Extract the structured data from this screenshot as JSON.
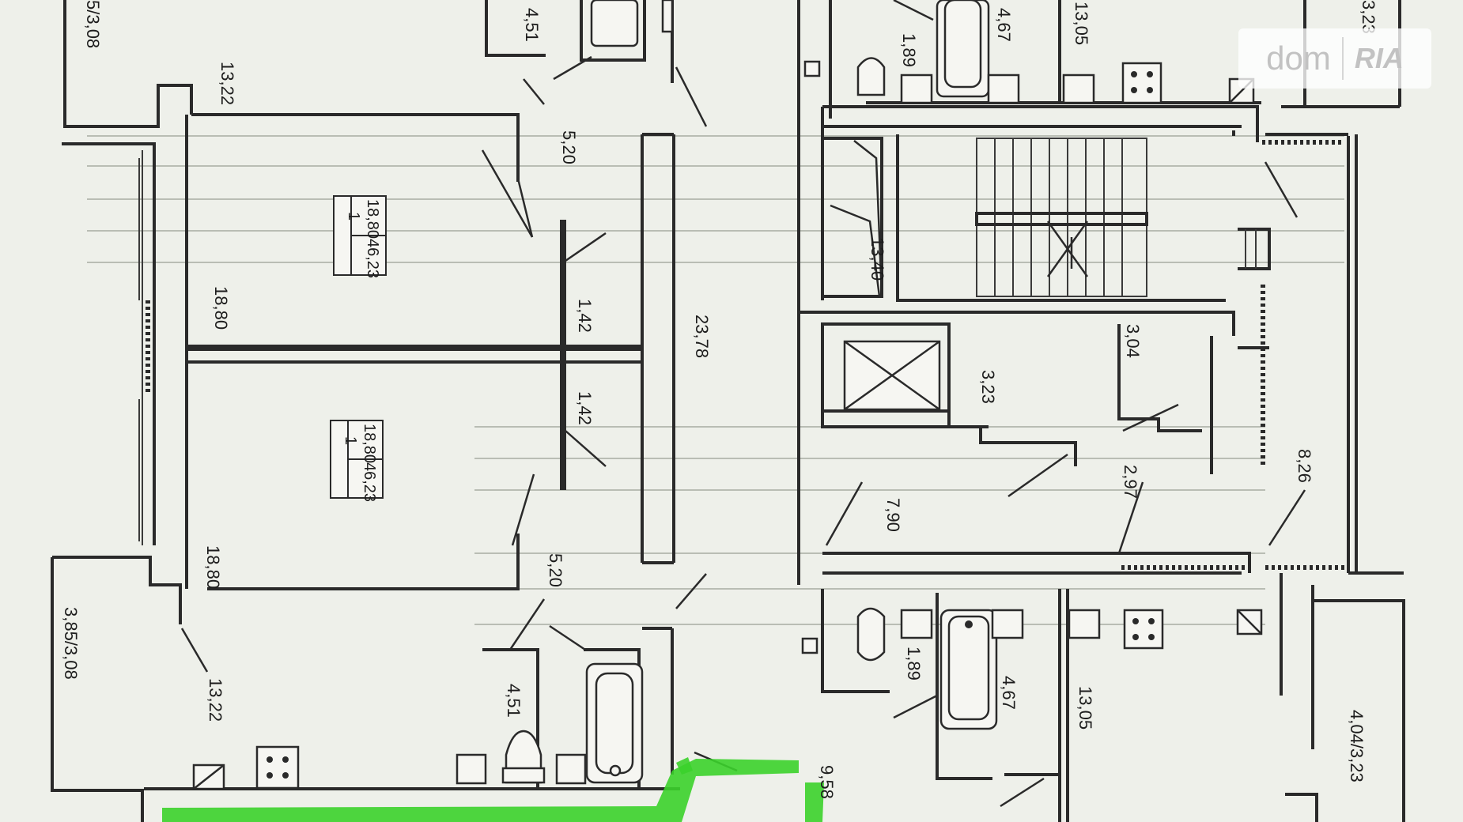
{
  "watermark": {
    "brand_a": "dom",
    "brand_b": "RIA"
  },
  "apartments": [
    {
      "rooms": "1",
      "living_area": "18,80",
      "total_area": "46,23"
    },
    {
      "rooms": "1",
      "living_area": "18,80",
      "total_area": "46,23"
    }
  ],
  "dimensions": {
    "balcony_top_left": "5/3,08",
    "kitchen_top": "13,22",
    "bath_top": "4,51",
    "hall_top": "5,20",
    "room_top": "18,80",
    "corridor_a": "1,42",
    "corridor_b": "1,42",
    "common_corridor": "23,78",
    "hall_bottom": "5,20",
    "room_bottom": "18,80",
    "balcony_bottom_left": "3,85/3,08",
    "kitchen_bottom": "13,22",
    "bath_bottom": "4,51",
    "wc_top_right": "1,89",
    "bath_top_right": "4,67",
    "kitchen_top_right": "13,05",
    "balcony_top_right": "3,23",
    "stair_landing": "13,40",
    "lift_hall": "3,23",
    "utility": "3,04",
    "lobby": "7,90",
    "vestibule": "2,97",
    "east_corridor": "8,26",
    "wc_bottom_right": "1,89",
    "bath_bottom_right": "4,67",
    "kitchen_bottom_right": "13,05",
    "balcony_bottom_right": "4,04/3,23",
    "hall_bottom_right": "9,58"
  }
}
